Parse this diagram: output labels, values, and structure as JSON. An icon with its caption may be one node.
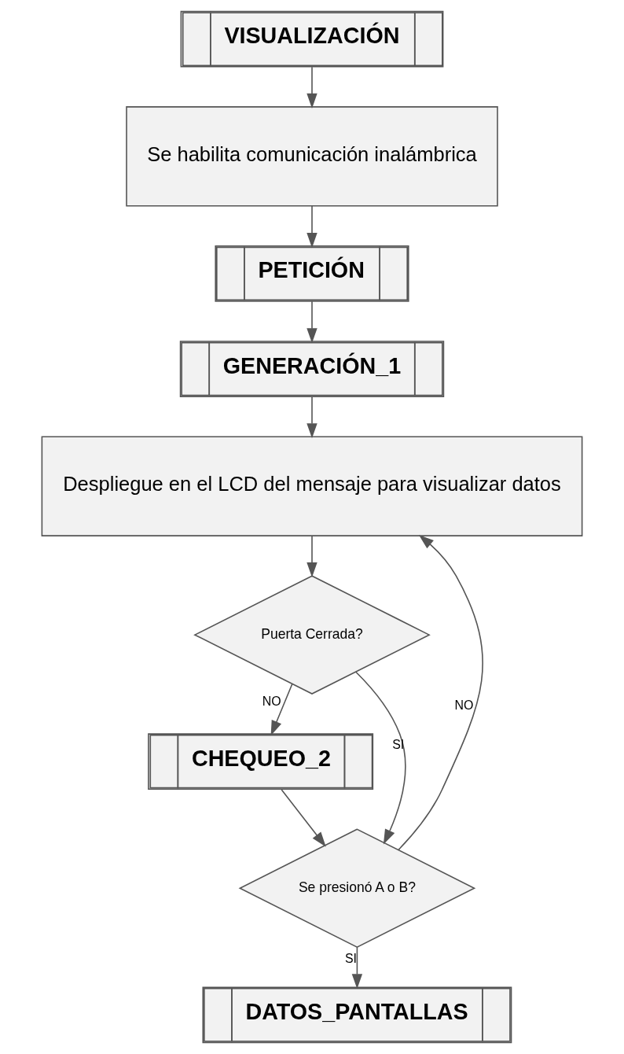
{
  "diagram": {
    "nodes": [
      {
        "text": [
          "VISUALIZACIÓN"
        ]
      },
      {
        "text": [
          "Se habilita comunicación inalámbrica"
        ]
      },
      {
        "text": [
          "PETICIÓN"
        ]
      },
      {
        "text": [
          "GENERACIÓN_1"
        ]
      },
      {
        "text": [
          "Despliegue en el LCD del mensaje para visualizar datos"
        ]
      },
      {
        "text": [
          "Puerta Cerrada?"
        ]
      },
      {
        "text": [
          "CHEQUEO_2"
        ]
      },
      {
        "text": [
          "Se presionó A o B?"
        ]
      },
      {
        "text": [
          "DATOS_PANTALLAS"
        ]
      }
    ],
    "edges": [
      {
        "from": 0,
        "to": 1,
        "arrow": "to"
      },
      {
        "from": 1,
        "to": 2,
        "arrow": "to"
      },
      {
        "from": 2,
        "to": 3,
        "arrow": "to"
      },
      {
        "from": 3,
        "to": 4,
        "arrow": "to"
      },
      {
        "from": 4,
        "to": 5,
        "arrow": "to"
      },
      {
        "from": 5,
        "to": 6,
        "label": "NO",
        "arrow": "to"
      },
      {
        "from": 5,
        "to": 7,
        "label": "SI",
        "arrow": "to"
      },
      {
        "from": 6,
        "to": 7,
        "arrow": "to"
      },
      {
        "from": 7,
        "to": 4,
        "label": "NO",
        "arrow": "to"
      },
      {
        "from": 7,
        "to": 8,
        "label": "SI",
        "arrow": "to"
      }
    ]
  }
}
